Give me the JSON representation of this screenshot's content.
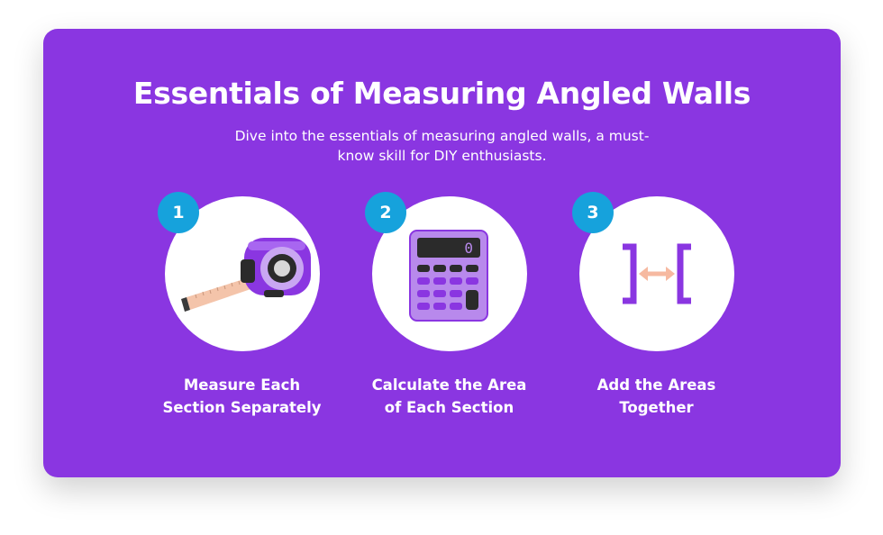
{
  "header": {
    "title": "Essentials of Measuring Angled Walls",
    "subtitle": "Dive into the essentials of measuring angled walls, a must-know skill for DIY enthusiasts."
  },
  "steps": [
    {
      "number": "1",
      "label_line1": "Measure Each",
      "label_line2": "Section Separately",
      "icon": "tape-measure-icon"
    },
    {
      "number": "2",
      "label_line1": "Calculate the Area",
      "label_line2": "of Each Section",
      "icon": "calculator-icon",
      "display": "0"
    },
    {
      "number": "3",
      "label_line1": "Add the Areas",
      "label_line2": "Together",
      "icon": "brackets-arrow-icon"
    }
  ],
  "colors": {
    "card_background": "#8a36e1",
    "badge": "#16a2dc",
    "icon_purple": "#8a36e1",
    "arrow_peach": "#f6b9a0"
  }
}
